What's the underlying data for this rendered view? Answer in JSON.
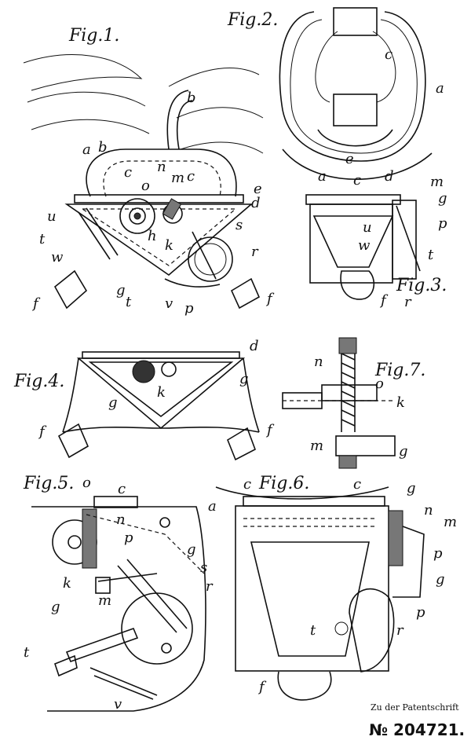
{
  "figures": [
    {
      "id": "fig1",
      "title": "Fig.1.",
      "labels": [
        "b",
        "a",
        "b",
        "c",
        "n",
        "m",
        "c",
        "o",
        "e",
        "d",
        "u",
        "h",
        "k",
        "s",
        "t",
        "w",
        "r",
        "f",
        "g",
        "t",
        "v",
        "p",
        "f"
      ]
    },
    {
      "id": "fig2",
      "title": "Fig.2.",
      "labels": [
        "c",
        "a",
        "e"
      ]
    },
    {
      "id": "fig3",
      "title": "Fig.3.",
      "labels": [
        "a",
        "c",
        "d",
        "m",
        "g",
        "u",
        "p",
        "w",
        "t",
        "f",
        "r"
      ]
    },
    {
      "id": "fig4",
      "title": "Fig.4.",
      "labels": [
        "d",
        "g",
        "g",
        "k",
        "f",
        "f"
      ]
    },
    {
      "id": "fig5",
      "title": "Fig.5.",
      "labels": [
        "o",
        "c",
        "n",
        "p",
        "g",
        "k",
        "s",
        "g",
        "m",
        "r",
        "t",
        "v"
      ]
    },
    {
      "id": "fig6",
      "title": "Fig.6.",
      "labels": [
        "c",
        "c",
        "g",
        "a",
        "n",
        "m",
        "p",
        "g",
        "t",
        "p",
        "r",
        "f"
      ]
    },
    {
      "id": "fig7",
      "title": "Fig.7.",
      "labels": [
        "n",
        "o",
        "k",
        "m",
        "g"
      ]
    }
  ],
  "footer": {
    "note": "Zu der Patentschrift",
    "number": "№ 204721."
  }
}
